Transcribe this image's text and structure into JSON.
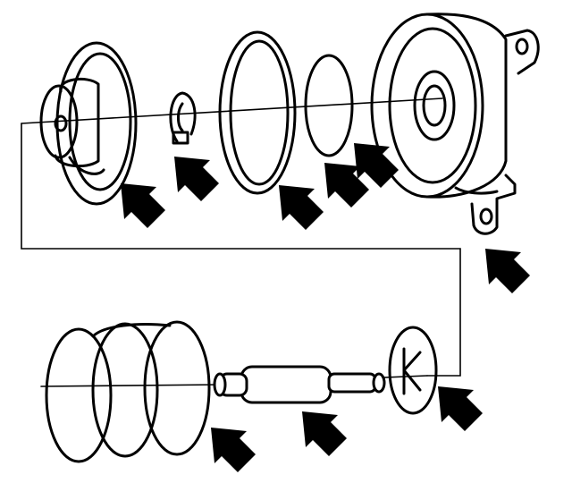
{
  "figure": {
    "type": "exploded-view parts diagram",
    "parts": [
      {
        "id": "piston",
        "icon": "piston-icon"
      },
      {
        "id": "retaining-clip",
        "icon": "clip-icon"
      },
      {
        "id": "large-seal-ring",
        "icon": "ring-icon"
      },
      {
        "id": "small-o-ring",
        "icon": "o-ring-icon"
      },
      {
        "id": "housing",
        "icon": "housing-icon"
      },
      {
        "id": "mounting-flange",
        "icon": "flange-icon"
      },
      {
        "id": "spring",
        "icon": "spring-icon"
      },
      {
        "id": "push-rod",
        "icon": "rod-icon"
      },
      {
        "id": "end-cap",
        "icon": "cap-icon"
      }
    ],
    "line_color": "#000000",
    "background": "#ffffff"
  }
}
